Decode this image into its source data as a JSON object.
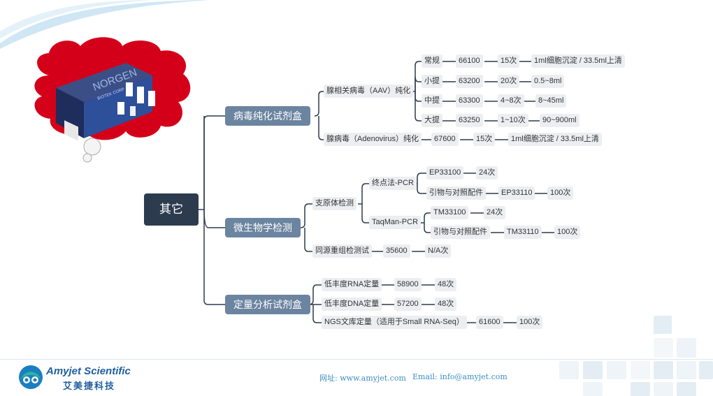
{
  "root": "其它",
  "branches": {
    "virus": "病毒纯化试剂盒",
    "micro": "微生物学检测",
    "quant": "定量分析试剂盒"
  },
  "virus": {
    "aav": {
      "label": "腺相关病毒（AAV）纯化",
      "rows": [
        [
          "常规",
          "66100",
          "15次",
          "1ml细胞沉淀 / 33.5ml上清"
        ],
        [
          "小提",
          "63200",
          "20次",
          "0.5~8ml"
        ],
        [
          "中提",
          "63300",
          "4~8次",
          "8~45ml"
        ],
        [
          "大提",
          "63250",
          "1~10次",
          "90~900ml"
        ]
      ]
    },
    "adeno": [
      "腺病毒（Adenovirus）纯化",
      "67600",
      "15次",
      "1ml细胞沉淀 / 33.5ml上清"
    ]
  },
  "micro": {
    "myco": {
      "label": "支原体检测",
      "endpoint": {
        "label": "终点法-PCR",
        "kit": [
          "EP33100",
          "24次"
        ],
        "primers": [
          "引物与对照配件",
          "EP33110",
          "100次"
        ]
      },
      "taqman": {
        "label": "TaqMan-PCR",
        "kit": [
          "TM33100",
          "24次"
        ],
        "primers": [
          "引物与对照配件",
          "TM33110",
          "100次"
        ]
      }
    },
    "recomb": [
      "同源重组检测试",
      "35600",
      "N/A次"
    ]
  },
  "quant": [
    [
      "低丰度RNA定量",
      "58900",
      "48次"
    ],
    [
      "低丰度DNA定量",
      "57200",
      "48次"
    ],
    [
      "NGS文库定量（适用于Small RNA-Seq）",
      "61600",
      "100次"
    ]
  ],
  "product": {
    "brand": "NORGEN",
    "sub": "BIOTEK CORP"
  },
  "logo": {
    "name": "Amyjet Scientific",
    "cn": "艾美捷科技"
  },
  "footer": {
    "web": "网址: www.amyjet.com",
    "email": "Email: info@amyjet.com"
  },
  "colors": {
    "branch": "#6b84a0",
    "root": "#2d3b4f",
    "node": "#eceef1",
    "cloud": "#d4001a",
    "accent": "#3c8fc2"
  }
}
